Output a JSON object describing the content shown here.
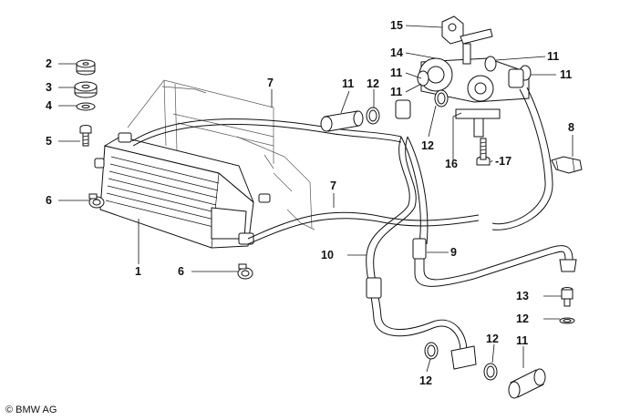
{
  "callouts": {
    "c1": "1",
    "c2": "2",
    "c3": "3",
    "c4": "4",
    "c5": "5",
    "c6a": "6",
    "c6b": "6",
    "c7a": "7",
    "c7b": "7",
    "c8": "8",
    "c9": "9",
    "c10": "10",
    "c11a": "11",
    "c11b": "11",
    "c11c": "11",
    "c11d": "11",
    "c11e": "11",
    "c12a": "12",
    "c12b": "12",
    "c12c": "12",
    "c12d": "12",
    "c12e": "12",
    "c13": "13",
    "c14": "14",
    "c15": "15",
    "c16": "16",
    "c17": "-17"
  },
  "copyright": "© BMW AG"
}
